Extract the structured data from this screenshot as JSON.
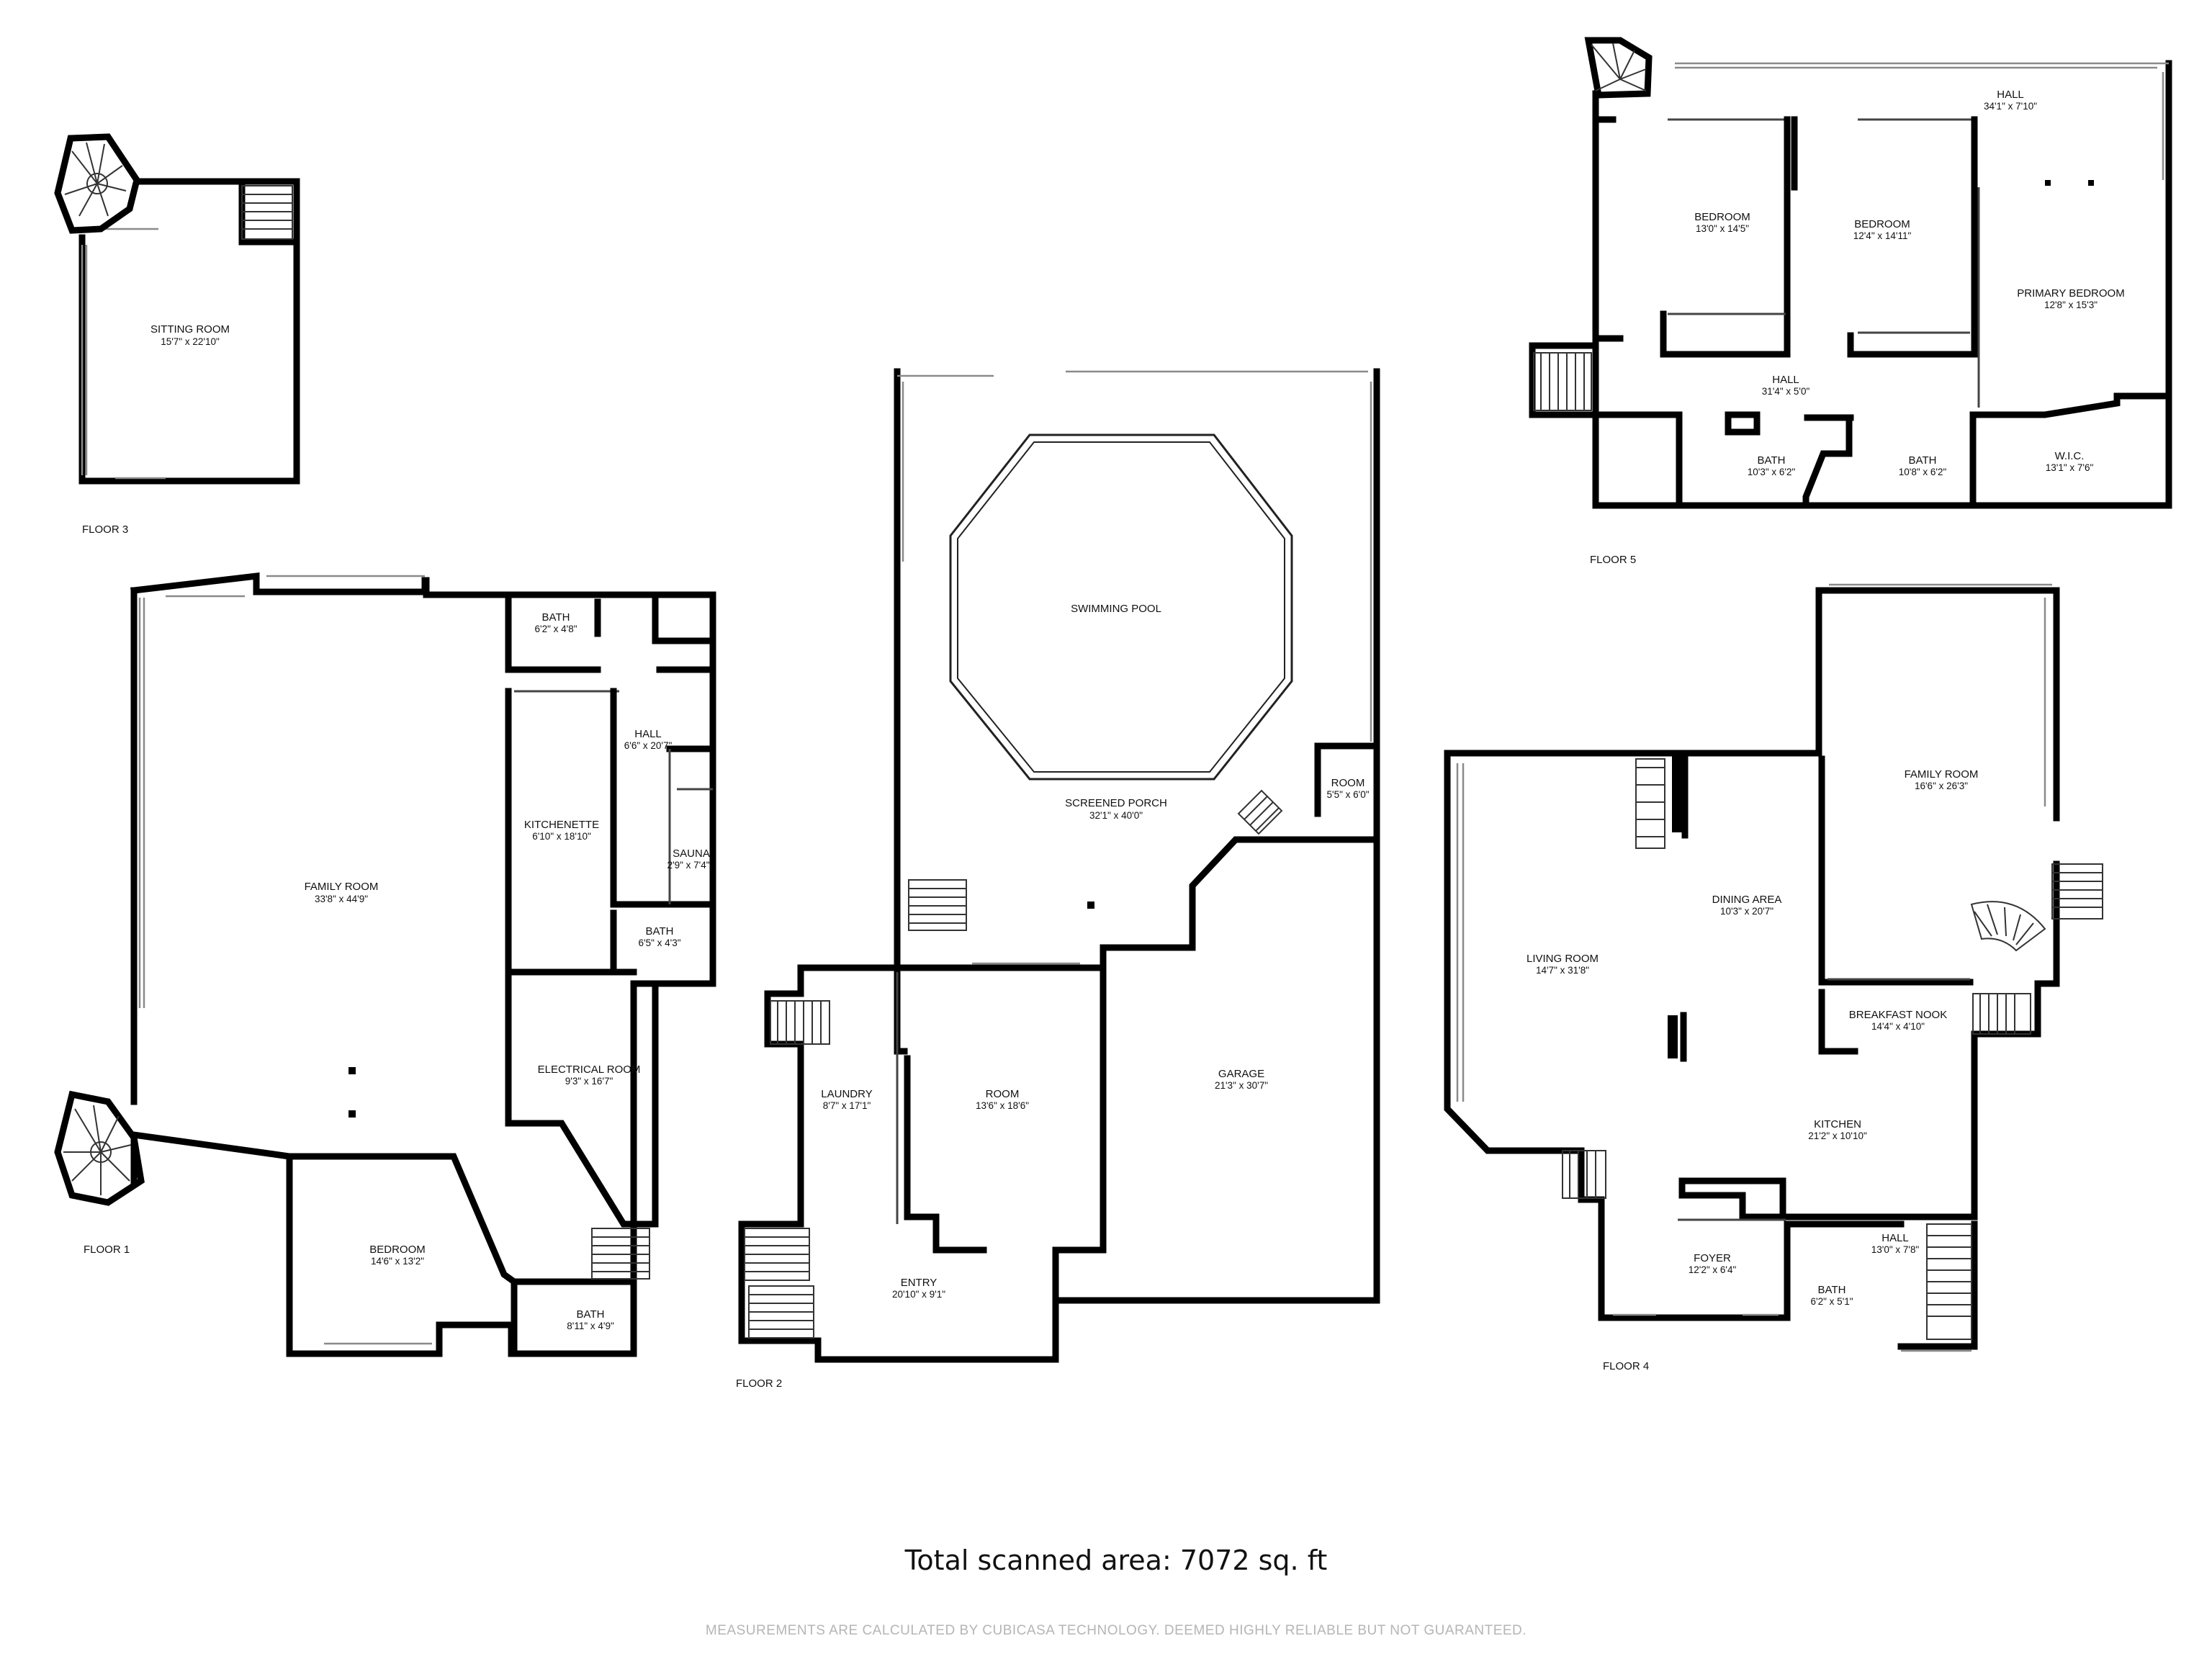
{
  "floors": [
    {
      "label": "FLOOR 1",
      "rooms": [
        {
          "name": "FAMILY ROOM",
          "dims": "33'8\" x 44'9\""
        },
        {
          "name": "BATH",
          "dims": "6'2\" x 4'8\""
        },
        {
          "name": "HALL",
          "dims": "6'6\" x 20'7\""
        },
        {
          "name": "KITCHENETTE",
          "dims": "6'10\" x 18'10\""
        },
        {
          "name": "SAUNA",
          "dims": "2'9\" x 7'4\""
        },
        {
          "name": "BATH",
          "dims": "6'5\" x 4'3\""
        },
        {
          "name": "ELECTRICAL ROOM",
          "dims": "9'3\" x 16'7\""
        },
        {
          "name": "BEDROOM",
          "dims": "14'6\" x 13'2\""
        },
        {
          "name": "BATH",
          "dims": "8'11\" x 4'9\""
        }
      ]
    },
    {
      "label": "FLOOR 2",
      "rooms": [
        {
          "name": "SWIMMING POOL",
          "dims": ""
        },
        {
          "name": "SCREENED PORCH",
          "dims": "32'1\" x 40'0\""
        },
        {
          "name": "ROOM",
          "dims": "5'5\" x 6'0\""
        },
        {
          "name": "LAUNDRY",
          "dims": "8'7\" x 17'1\""
        },
        {
          "name": "ROOM",
          "dims": "13'6\" x 18'6\""
        },
        {
          "name": "GARAGE",
          "dims": "21'3\" x 30'7\""
        },
        {
          "name": "ENTRY",
          "dims": "20'10\" x 9'1\""
        }
      ]
    },
    {
      "label": "FLOOR 3",
      "rooms": [
        {
          "name": "SITTING ROOM",
          "dims": "15'7\" x 22'10\""
        }
      ]
    },
    {
      "label": "FLOOR 4",
      "rooms": [
        {
          "name": "LIVING ROOM",
          "dims": "14'7\" x 31'8\""
        },
        {
          "name": "DINING AREA",
          "dims": "10'3\" x 20'7\""
        },
        {
          "name": "FAMILY ROOM",
          "dims": "16'6\" x 26'3\""
        },
        {
          "name": "BREAKFAST NOOK",
          "dims": "14'4\" x 4'10\""
        },
        {
          "name": "KITCHEN",
          "dims": "21'2\" x 10'10\""
        },
        {
          "name": "FOYER",
          "dims": "12'2\" x 6'4\""
        },
        {
          "name": "HALL",
          "dims": "13'0\" x 7'8\""
        },
        {
          "name": "BATH",
          "dims": "6'2\" x 5'1\""
        }
      ]
    },
    {
      "label": "FLOOR 5",
      "rooms": [
        {
          "name": "HALL",
          "dims": "34'1\" x 7'10\""
        },
        {
          "name": "BEDROOM",
          "dims": "13'0\" x 14'5\""
        },
        {
          "name": "BEDROOM",
          "dims": "12'4\" x 14'11\""
        },
        {
          "name": "PRIMARY BEDROOM",
          "dims": "12'8\" x 15'3\""
        },
        {
          "name": "HALL",
          "dims": "31'4\" x 5'0\""
        },
        {
          "name": "BATH",
          "dims": "10'3\" x 6'2\""
        },
        {
          "name": "BATH",
          "dims": "10'8\" x 6'2\""
        },
        {
          "name": "W.I.C.",
          "dims": "13'1\" x 7'6\""
        }
      ]
    }
  ],
  "total_area": "Total scanned area: 7072 sq. ft",
  "disclaimer": "MEASUREMENTS ARE CALCULATED BY CUBICASA TECHNOLOGY. DEEMED HIGHLY RELIABLE BUT NOT GUARANTEED."
}
